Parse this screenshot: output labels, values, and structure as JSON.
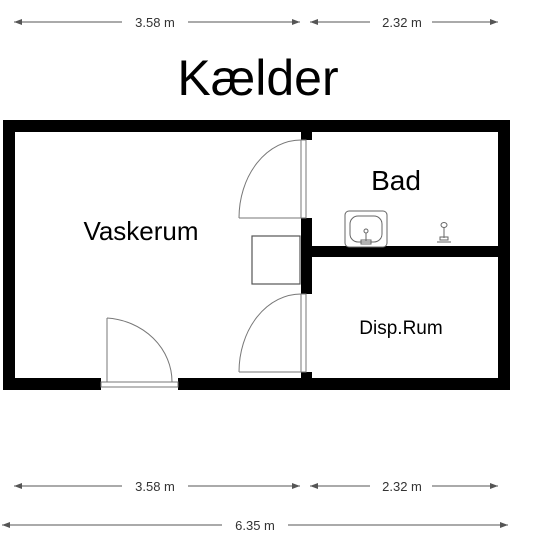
{
  "title": "Kælder",
  "rooms": {
    "vaskerum": "Vaskerum",
    "bad": "Bad",
    "disp_rum": "Disp.Rum"
  },
  "dimensions": {
    "top_left": "3.58 m",
    "top_right": "2.32 m",
    "bottom_left": "3.58 m",
    "bottom_right": "2.32 m",
    "total": "6.35 m"
  },
  "colors": {
    "wall": "#000000",
    "dimension_line": "#555555",
    "fixture": "#777777"
  }
}
